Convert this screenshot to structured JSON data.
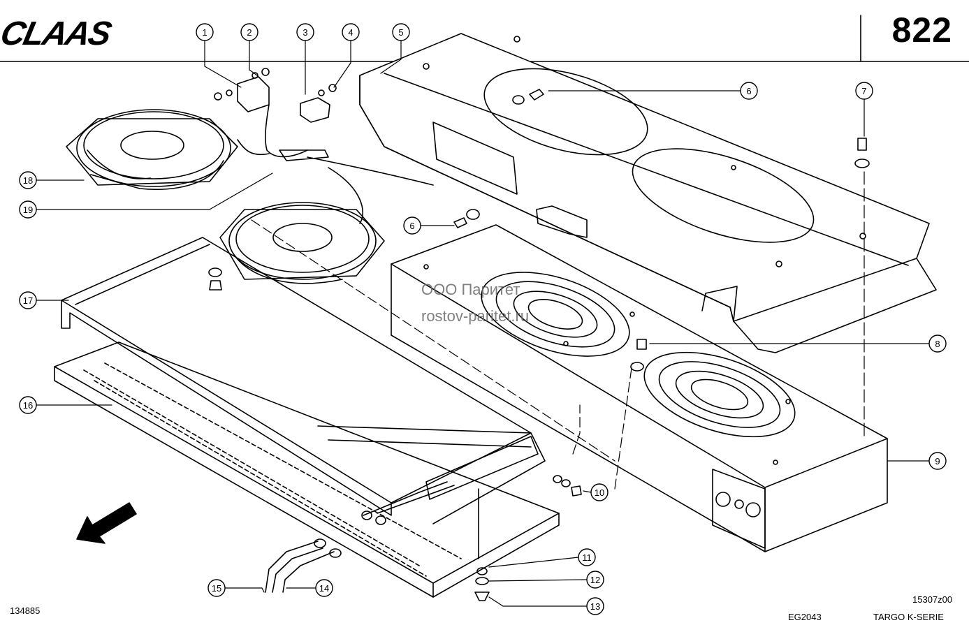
{
  "header": {
    "brand": "CLAAS",
    "page_number": "822"
  },
  "footer": {
    "left_code": "134885",
    "center_code": "EG2043",
    "right_code": "15307z00",
    "series": "TARGO K-SERIE"
  },
  "watermark": {
    "line1": "ООО Паритет",
    "line2": "rostov-paritet.ru"
  },
  "callouts": [
    "1",
    "2",
    "3",
    "4",
    "5",
    "6",
    "6",
    "7",
    "8",
    "9",
    "10",
    "11",
    "12",
    "13",
    "14",
    "15",
    "16",
    "17",
    "18",
    "19"
  ],
  "colors": {
    "ink": "#000000",
    "paper": "#ffffff",
    "watermark": "#6a6a6a"
  }
}
